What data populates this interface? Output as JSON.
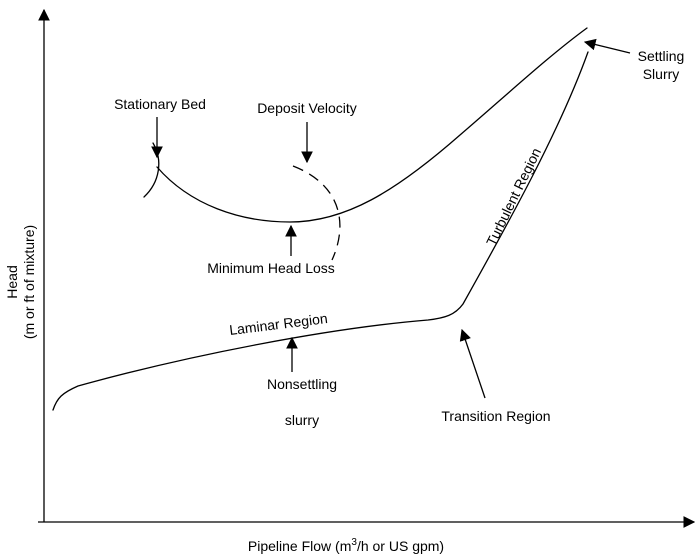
{
  "axes": {
    "x_label_prefix": "Pipeline Flow (m",
    "x_label_sup": "3",
    "x_label_suffix": "/h or US gpm)",
    "y_label_main": "Head",
    "y_label_sub": "(m or ft of mixture)"
  },
  "labels": {
    "stationary_bed": "Stationary Bed",
    "deposit_velocity": "Deposit Velocity",
    "minimum_head_loss": "Minimum Head Loss",
    "settling_slurry_line1": "Settling",
    "settling_slurry_line2": "Slurry",
    "turbulent_region": "Turbulent Region",
    "laminar_region": "Laminar Region",
    "nonsettling_slurry_line1": "Nonsettling",
    "nonsettling_slurry_line2": "slurry",
    "transition_region": "Transition Region"
  },
  "colors": {
    "ink": "#000000",
    "background": "#ffffff"
  }
}
